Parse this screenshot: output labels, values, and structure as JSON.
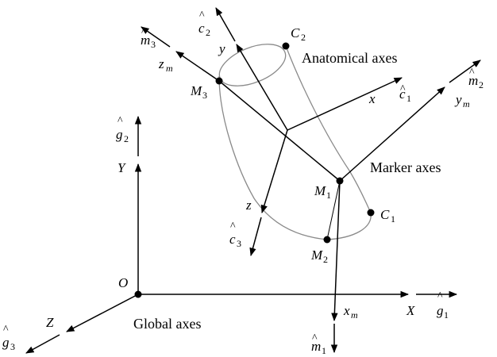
{
  "captions": {
    "anatomical": "Anatomical axes",
    "marker": "Marker axes",
    "global": "Global axes"
  },
  "global_axes": {
    "origin": "O",
    "x": "X",
    "y": "Y",
    "z": "Z",
    "g1": {
      "base": "g",
      "sub": "1"
    },
    "g2": {
      "base": "g",
      "sub": "2"
    },
    "g3": {
      "base": "g",
      "sub": "3"
    }
  },
  "anatomical_axes": {
    "x": "x",
    "y": "y",
    "z": "z",
    "c1": {
      "base": "c",
      "sub": "1"
    },
    "c2": {
      "base": "c",
      "sub": "2"
    },
    "c3": {
      "base": "c",
      "sub": "3"
    }
  },
  "marker_axes": {
    "xm": {
      "base": "x",
      "sub": "m"
    },
    "ym": {
      "base": "y",
      "sub": "m"
    },
    "zm": {
      "base": "z",
      "sub": "m"
    },
    "m1": {
      "base": "m",
      "sub": "1"
    },
    "m2": {
      "base": "m",
      "sub": "2"
    },
    "m3": {
      "base": "m",
      "sub": "3"
    }
  },
  "points": {
    "M1": {
      "base": "M",
      "sub": "1"
    },
    "M2": {
      "base": "M",
      "sub": "2"
    },
    "M3": {
      "base": "M",
      "sub": "3"
    },
    "C1": {
      "base": "C",
      "sub": "1"
    },
    "C2": {
      "base": "C",
      "sub": "2"
    }
  }
}
